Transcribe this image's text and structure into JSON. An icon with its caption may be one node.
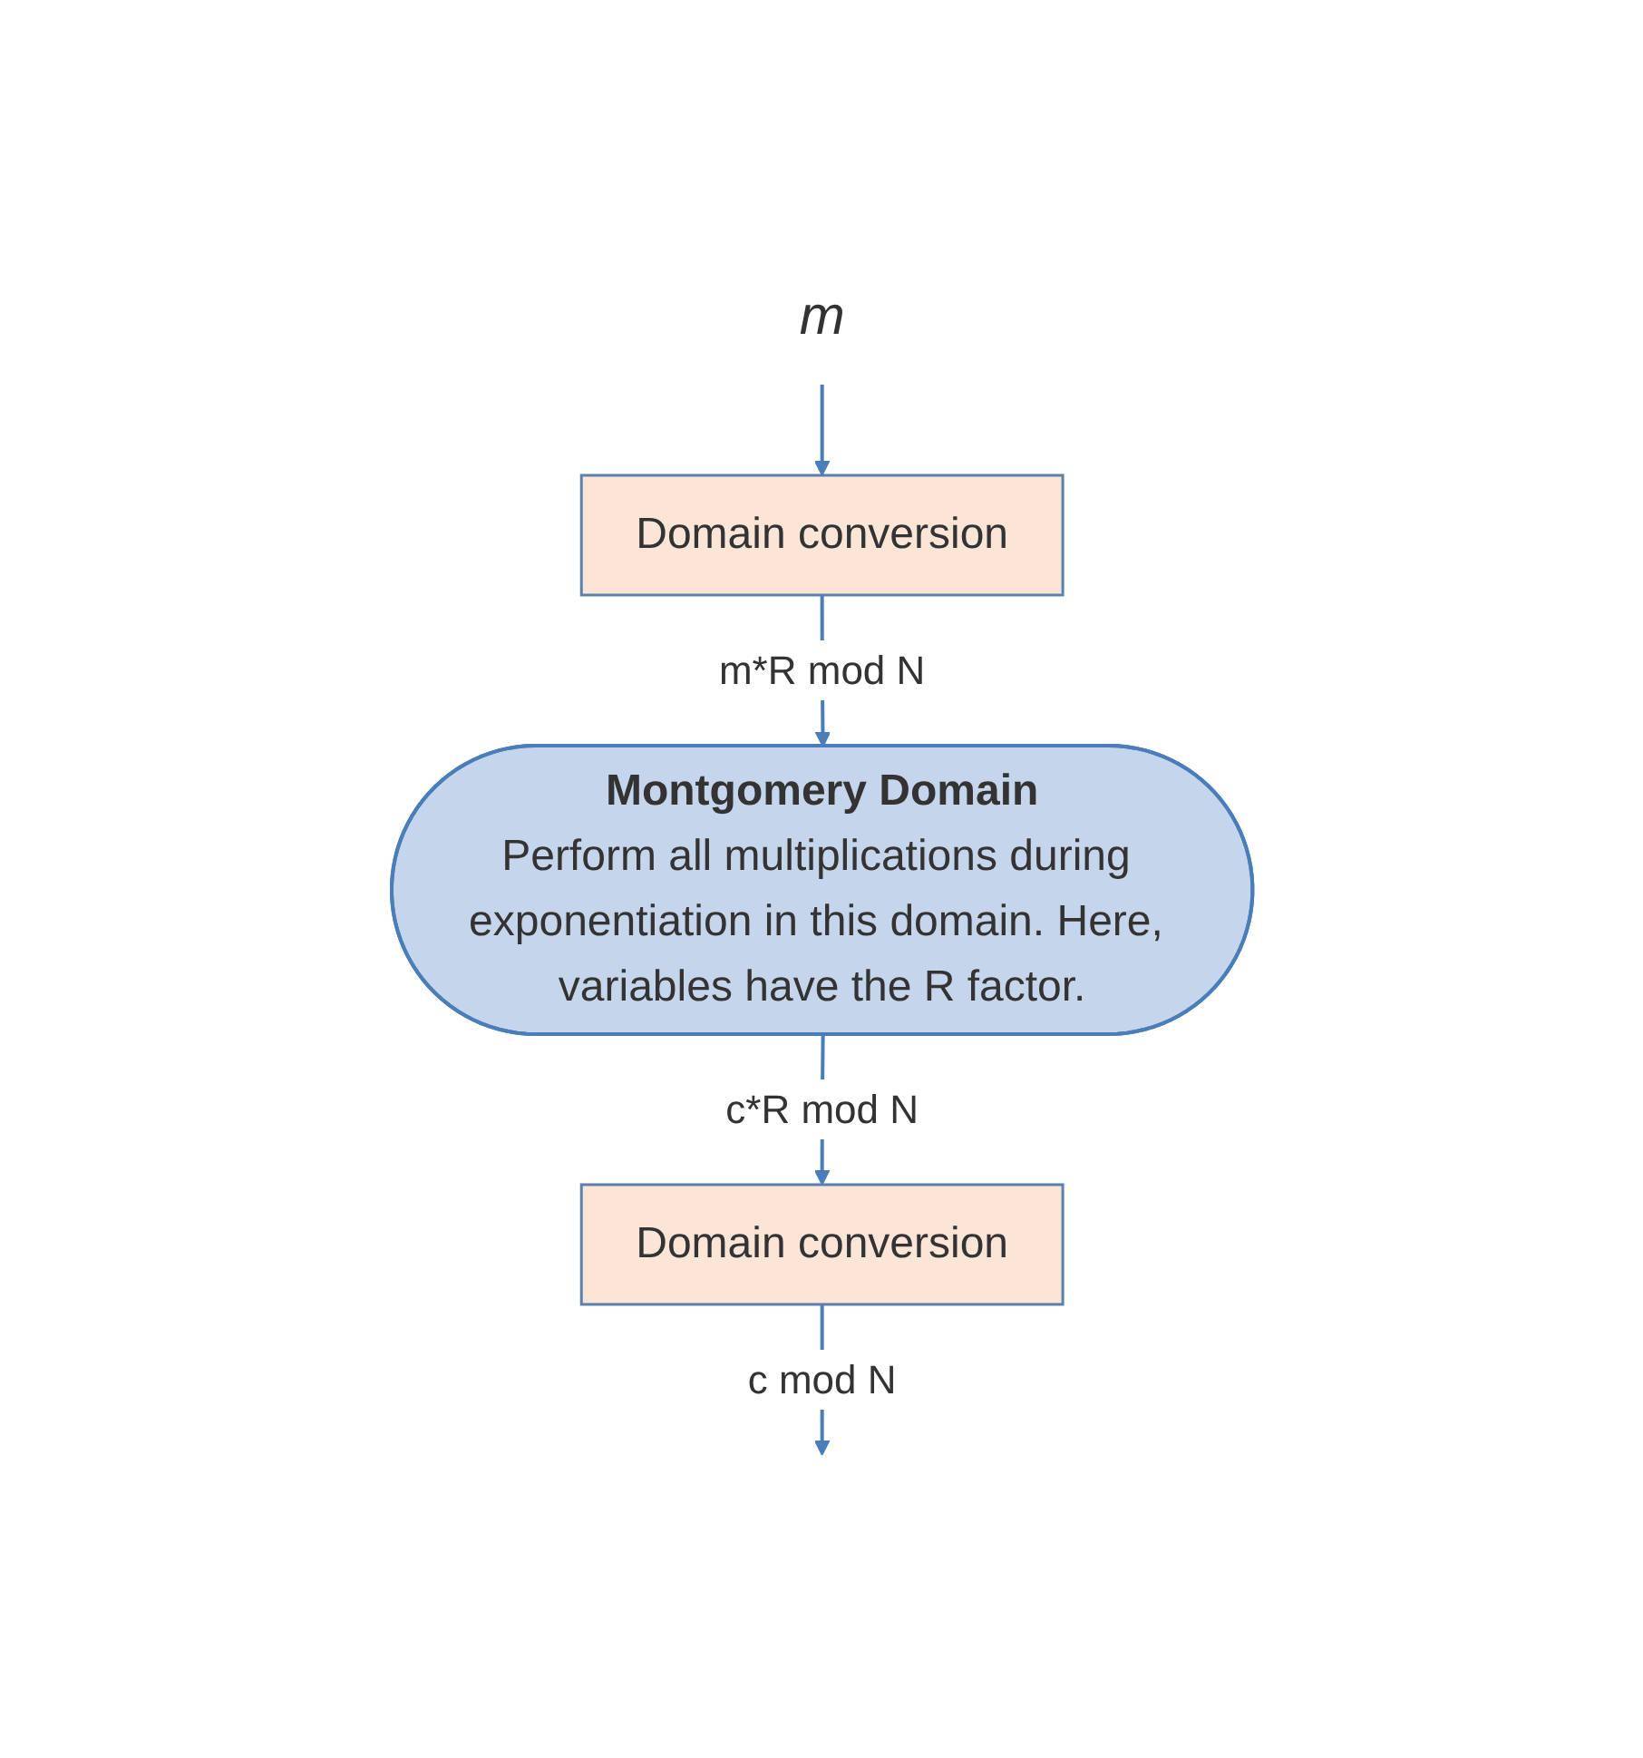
{
  "diagram": {
    "nodes": [
      {
        "text": [
          "m"
        ]
      },
      {
        "text": [
          "Domain conversion"
        ]
      },
      {
        "text": [
          "Montgomery Domain",
          "Perform all multiplications during exponentiation in this domain. Here, variables have the R factor."
        ]
      },
      {
        "text": [
          "Domain conversion"
        ]
      }
    ],
    "edges": [
      {
        "from": 0,
        "to": 1,
        "arrow": "to"
      },
      {
        "from": 1,
        "to": 2,
        "arrow": "to",
        "label": "m*R mod N"
      },
      {
        "from": 2,
        "to": 3,
        "arrow": "to",
        "label": "c*R mod N"
      },
      {
        "from": 3,
        "to": null,
        "arrow": "to",
        "label": "c mod N"
      }
    ]
  }
}
